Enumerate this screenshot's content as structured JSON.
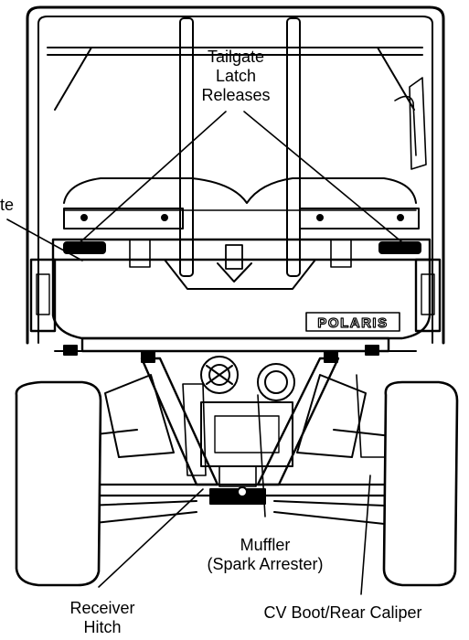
{
  "brand": "POLARIS",
  "callouts": {
    "tailgate_latch": [
      "Tailgate",
      "Latch",
      "Releases"
    ],
    "tailgate_partial": "te",
    "muffler": [
      "Muffler",
      "(Spark Arrester)"
    ],
    "receiver_hitch": [
      "Receiver",
      "Hitch"
    ],
    "cv_boot": "CV Boot/Rear Caliper"
  }
}
